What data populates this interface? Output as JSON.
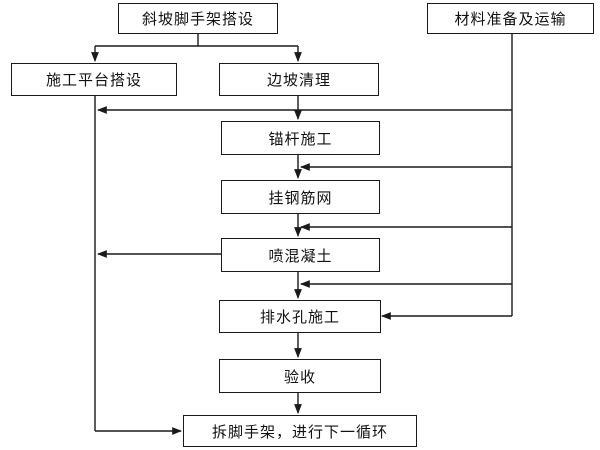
{
  "diagram": {
    "nodes": {
      "scaffold_setup": "斜坡脚手架搭设",
      "material_prep": "材料准备及运输",
      "platform_setup": "施工平台搭设",
      "slope_cleaning": "边坡清理",
      "anchor_construction": "锚杆施工",
      "steel_mesh": "挂钢筋网",
      "shotcrete": "喷混凝土",
      "drain_hole": "排水孔施工",
      "acceptance": "验收",
      "dismantle": "拆脚手架，进行下一循环"
    },
    "colors": {
      "line": "#1a1a1a",
      "box_border": "#1a1a1a",
      "background": "#ffffff"
    }
  }
}
